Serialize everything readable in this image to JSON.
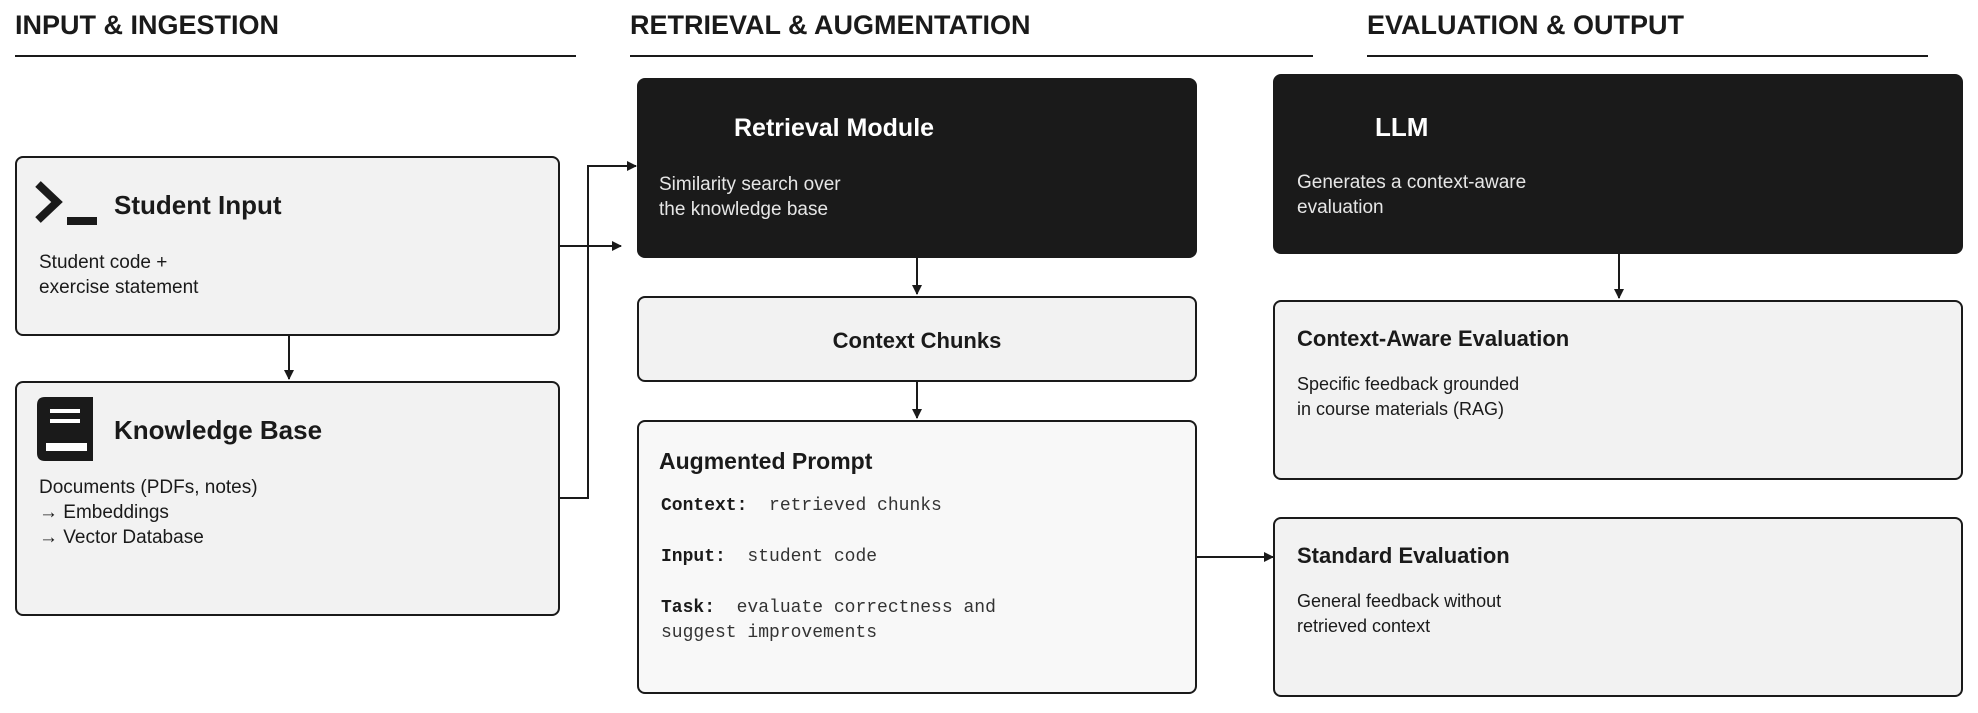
{
  "sections": {
    "ingestion": {
      "title": "INPUT & INGESTION"
    },
    "retrieval": {
      "title": "RETRIEVAL & AUGMENTATION"
    },
    "evaluation": {
      "title": "EVALUATION & OUTPUT"
    }
  },
  "student_input": {
    "icon": "terminal-prompt-icon",
    "title": "Student Input",
    "desc": [
      "Student code +",
      "exercise statement"
    ]
  },
  "knowledge_base": {
    "icon": "book-icon",
    "title": "Knowledge Base",
    "desc": [
      "Documents (PDFs, notes)",
      "→ Embeddings",
      "→ Vector Database"
    ]
  },
  "retrieval_module": {
    "title": "Retrieval Module",
    "desc": [
      "Similarity search over",
      "the knowledge base"
    ]
  },
  "context_chunks": {
    "title": "Context Chunks"
  },
  "augmented_prompt": {
    "title": "Augmented Prompt",
    "rows": [
      {
        "key": "Context:",
        "value": "retrieved chunks"
      },
      {
        "key": "Input:",
        "value": "student code"
      },
      {
        "key": "Task:",
        "value": "evaluate correctness and",
        "cont": "suggest improvements"
      }
    ]
  },
  "llm": {
    "title": "LLM",
    "desc": [
      "Generates a context-aware",
      "evaluation"
    ]
  },
  "context_aware_eval": {
    "title": "Context-Aware Evaluation",
    "desc": [
      "Specific feedback grounded",
      "in course materials (RAG)"
    ]
  },
  "standard_eval": {
    "title": "Standard Evaluation",
    "desc": [
      "General feedback without",
      "retrieved context"
    ]
  },
  "colors": {
    "ink": "#1a1a1a",
    "panel": "#f2f2f2",
    "dark_panel": "#1a1a1a"
  }
}
